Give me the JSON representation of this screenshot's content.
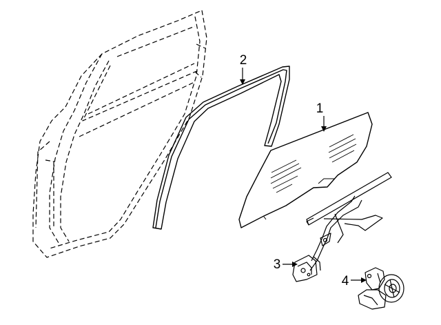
{
  "diagram": {
    "colors": {
      "line": "#000000",
      "background": "#ffffff"
    },
    "callouts": [
      {
        "id": "glass",
        "label": "1"
      },
      {
        "id": "run-channel",
        "label": "2"
      },
      {
        "id": "regulator",
        "label": "3"
      },
      {
        "id": "motor",
        "label": "4"
      }
    ]
  }
}
